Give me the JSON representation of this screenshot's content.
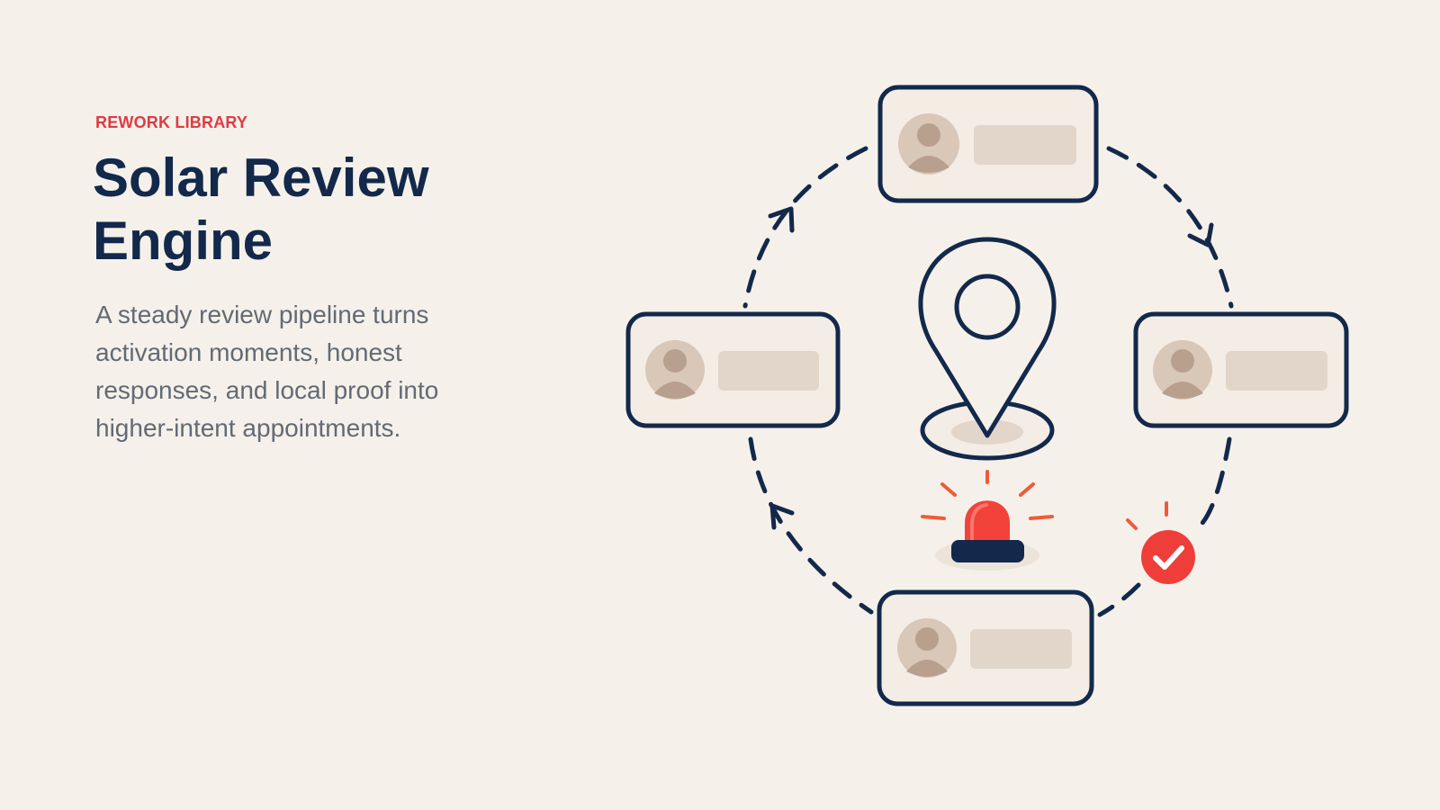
{
  "header": {
    "eyebrow": "REWORK LIBRARY",
    "title_line1": "Solar Review",
    "title_line2": "Engine",
    "description": "A steady review pipeline turns activation moments, honest responses, and local proof into higher-intent appointments."
  },
  "illustration": {
    "icons": [
      "profile-card-icon",
      "location-pin-icon",
      "alarm-light-icon",
      "check-badge-icon",
      "cycle-arrow-icon"
    ]
  },
  "colors": {
    "background": "#f5f1ea",
    "navy": "#13294b",
    "accent_red": "#e03a44",
    "siren_red": "#f2423a",
    "card_fill": "#f3ede6",
    "placeholder": "#e2d6ca",
    "avatar": "#d9c7b7",
    "avatar_figure": "#b9a08e"
  }
}
